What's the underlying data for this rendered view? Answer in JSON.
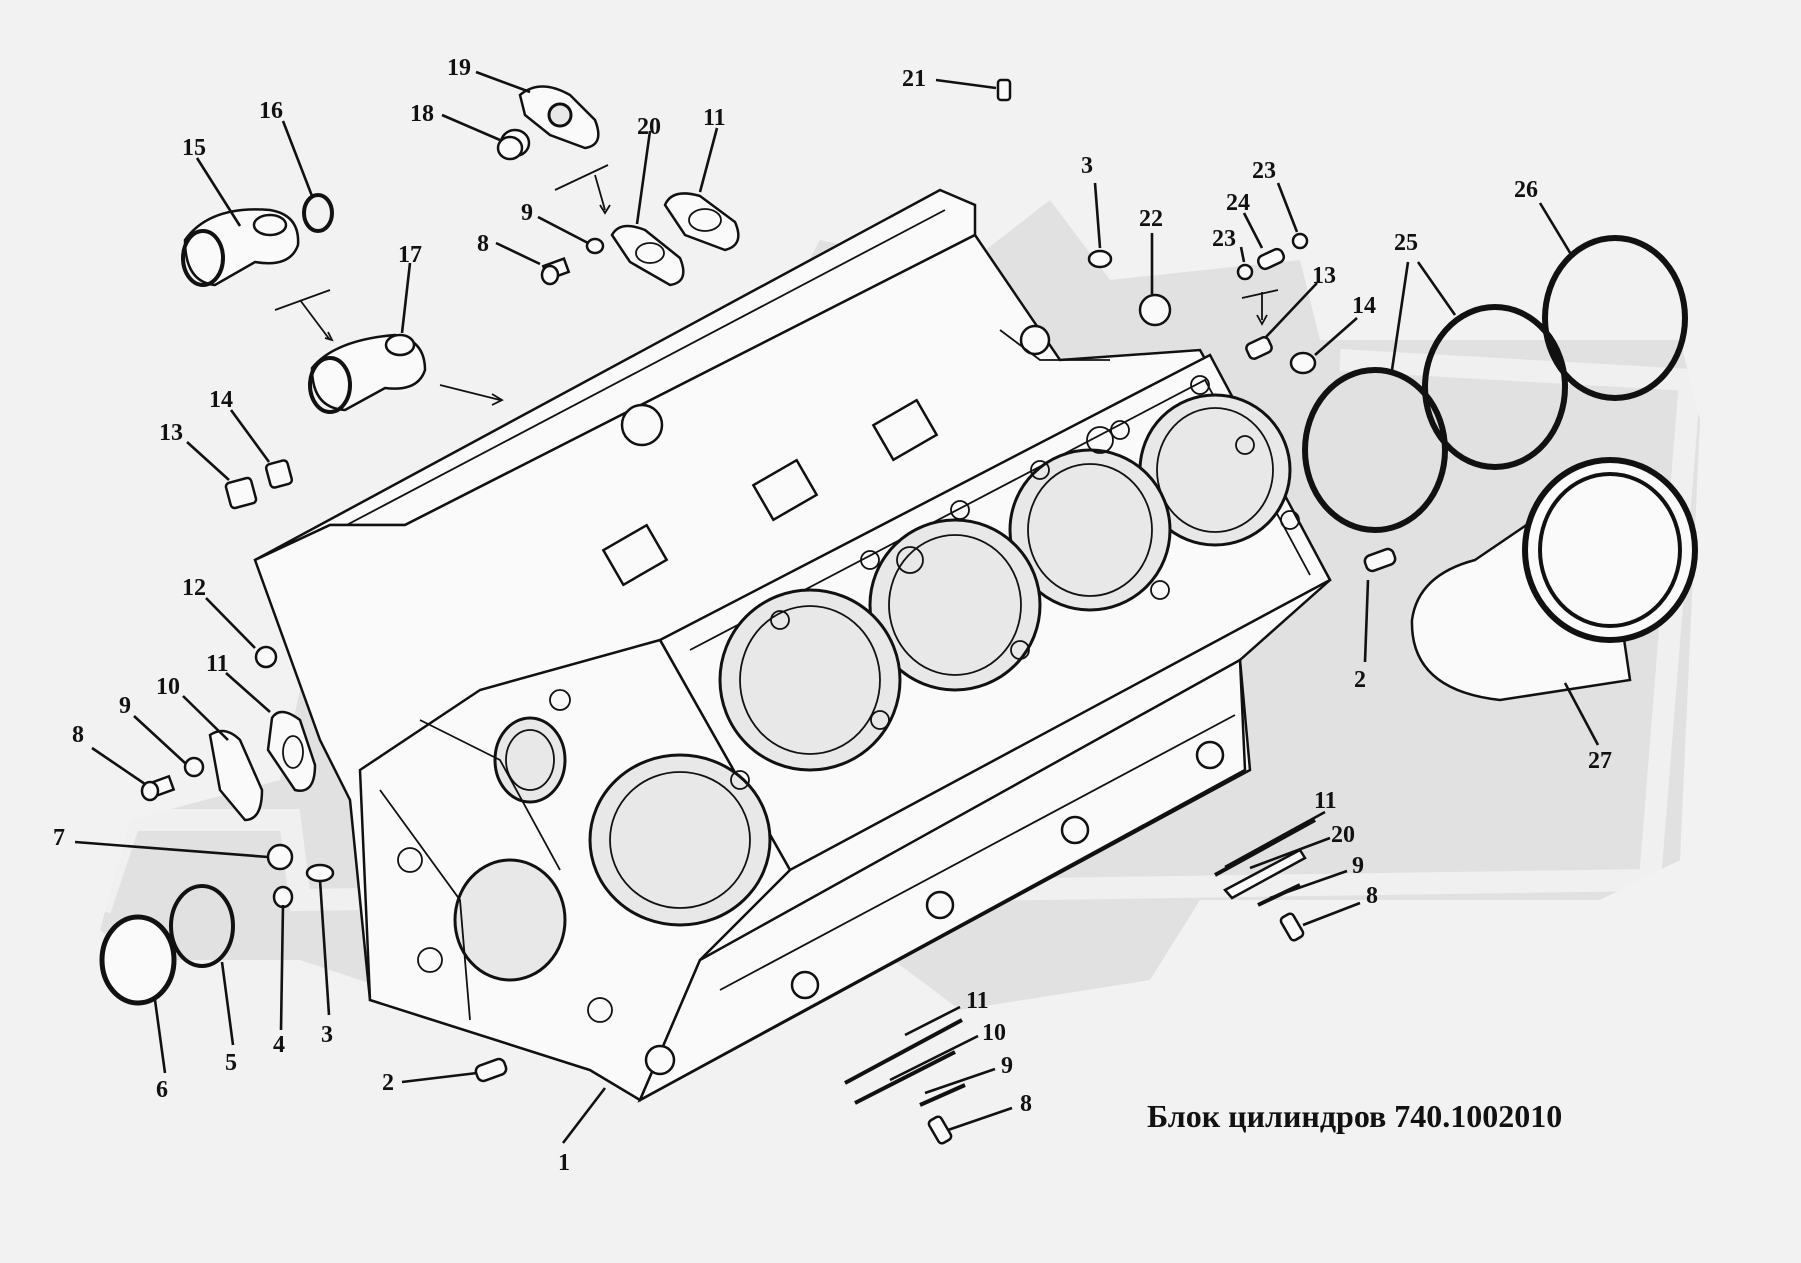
{
  "title": "Блок цилиндров 740.1002010",
  "colors": {
    "background": "#f2f2f2",
    "ink": "#111111",
    "watermark": "#d3d3d3"
  },
  "callouts": [
    {
      "id": "c1",
      "text": "1"
    },
    {
      "id": "c2a",
      "text": "2"
    },
    {
      "id": "c2b",
      "text": "2"
    },
    {
      "id": "c3a",
      "text": "3"
    },
    {
      "id": "c3b",
      "text": "3"
    },
    {
      "id": "c4",
      "text": "4"
    },
    {
      "id": "c5",
      "text": "5"
    },
    {
      "id": "c6",
      "text": "6"
    },
    {
      "id": "c7",
      "text": "7"
    },
    {
      "id": "c8a",
      "text": "8"
    },
    {
      "id": "c8b",
      "text": "8"
    },
    {
      "id": "c8c",
      "text": "8"
    },
    {
      "id": "c8d",
      "text": "8"
    },
    {
      "id": "c9a",
      "text": "9"
    },
    {
      "id": "c9b",
      "text": "9"
    },
    {
      "id": "c9c",
      "text": "9"
    },
    {
      "id": "c9d",
      "text": "9"
    },
    {
      "id": "c10a",
      "text": "10"
    },
    {
      "id": "c10b",
      "text": "10"
    },
    {
      "id": "c11a",
      "text": "11"
    },
    {
      "id": "c11b",
      "text": "11"
    },
    {
      "id": "c11c",
      "text": "11"
    },
    {
      "id": "c11d",
      "text": "11"
    },
    {
      "id": "c12",
      "text": "12"
    },
    {
      "id": "c13a",
      "text": "13"
    },
    {
      "id": "c13b",
      "text": "13"
    },
    {
      "id": "c14a",
      "text": "14"
    },
    {
      "id": "c14b",
      "text": "14"
    },
    {
      "id": "c15",
      "text": "15"
    },
    {
      "id": "c16",
      "text": "16"
    },
    {
      "id": "c17",
      "text": "17"
    },
    {
      "id": "c18",
      "text": "18"
    },
    {
      "id": "c19",
      "text": "19"
    },
    {
      "id": "c20a",
      "text": "20"
    },
    {
      "id": "c20b",
      "text": "20"
    },
    {
      "id": "c21",
      "text": "21"
    },
    {
      "id": "c22",
      "text": "22"
    },
    {
      "id": "c23a",
      "text": "23"
    },
    {
      "id": "c23b",
      "text": "23"
    },
    {
      "id": "c24",
      "text": "24"
    },
    {
      "id": "c25",
      "text": "25"
    },
    {
      "id": "c26",
      "text": "26"
    },
    {
      "id": "c27",
      "text": "27"
    }
  ]
}
